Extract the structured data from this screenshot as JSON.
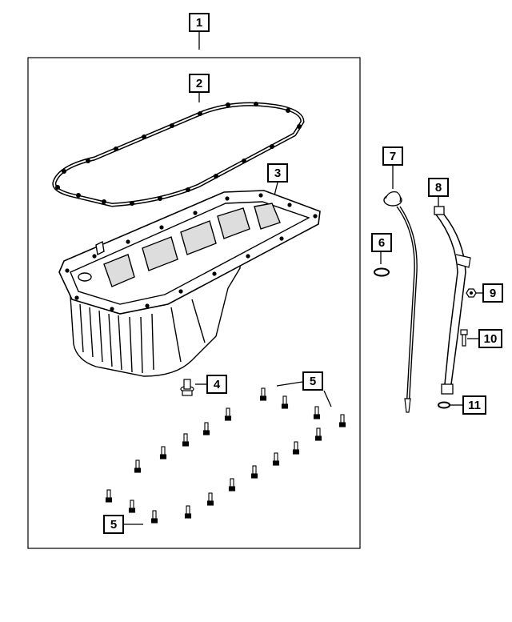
{
  "diagram": {
    "callouts": {
      "c1": "1",
      "c2": "2",
      "c3": "3",
      "c4": "4",
      "c5a": "5",
      "c5b": "5",
      "c6": "6",
      "c7": "7",
      "c8": "8",
      "c9": "9",
      "c10": "10",
      "c11": "11"
    }
  }
}
